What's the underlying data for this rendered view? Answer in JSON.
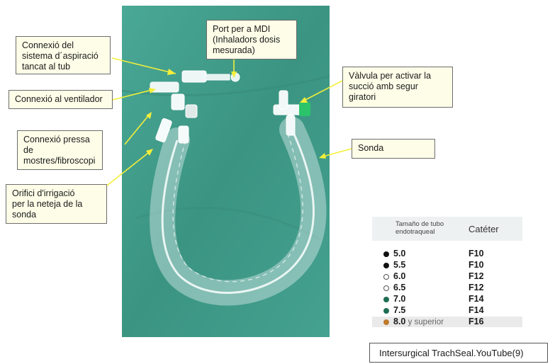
{
  "callouts": {
    "closed_system": "Connexió del\nsistema d´aspiració\ntancat al tub",
    "mdi_port": "Port per a MDI\n(Inhaladors dosis\nmesurada)",
    "valve": "Vàlvula per activar la\nsucció amb segur\ngiratori",
    "ventilator": "Connexió al ventilador",
    "sample": "Connexió pressa\nde\nmostres/fibroscopi",
    "probe": "Sonda",
    "irrigation": "Orifici d'irrigació\nper la neteja de la\nsonda"
  },
  "table": {
    "header_size": "Tamaño de tubo\nendotraqueal",
    "header_catheter": "Catéter",
    "rows": [
      {
        "size": "5.0",
        "suffix": "",
        "catheter": "F10",
        "color": "#111111"
      },
      {
        "size": "5.5",
        "suffix": "",
        "catheter": "F10",
        "color": "#111111"
      },
      {
        "size": "6.0",
        "suffix": "",
        "catheter": "F12",
        "color": "#ffffff"
      },
      {
        "size": "6.5",
        "suffix": "",
        "catheter": "F12",
        "color": "#ffffff"
      },
      {
        "size": "7.0",
        "suffix": "",
        "catheter": "F14",
        "color": "#1e6e55"
      },
      {
        "size": "7.5",
        "suffix": "",
        "catheter": "F14",
        "color": "#1e6e55"
      },
      {
        "size": "8.0",
        "suffix": " y superior",
        "catheter": "F16",
        "color": "#c07a2c"
      }
    ]
  },
  "caption": "Intersurgical TrachSeal.YouTube(9)",
  "colors": {
    "photo_background": "#3f9a8a",
    "arrow": "#f3ef3a",
    "callout_fill": "#fdfde8",
    "valve_green": "#2bc46a"
  }
}
